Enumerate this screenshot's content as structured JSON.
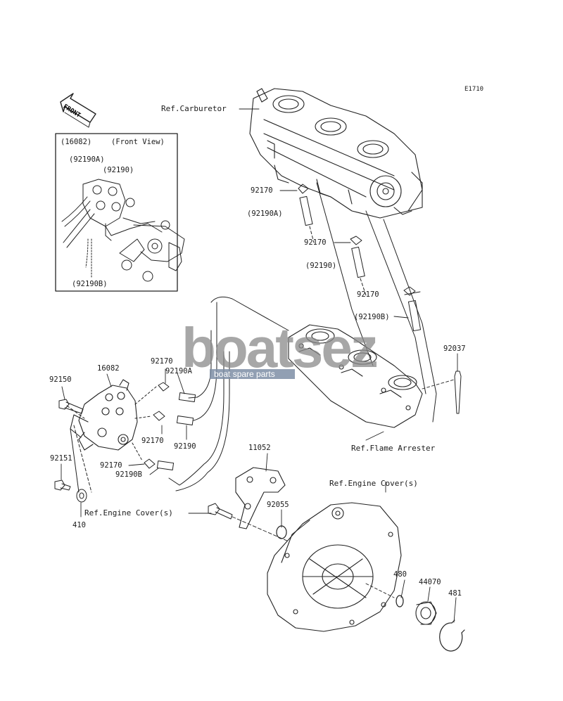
{
  "diagram_code": "E1710",
  "front_arrow": "FRONT",
  "inset": {
    "title_part": "(16082)",
    "title_view": "(Front View)"
  },
  "labels": {
    "ref_carburetor": "Ref.Carburetor",
    "ref_flame_arrester": "Ref.Flame Arrester",
    "ref_engine_cover_right": "Ref.Engine Cover(s)",
    "ref_engine_cover_left": "Ref.Engine Cover(s)",
    "p92170_a": "92170",
    "p92190A_a": "(92190A)",
    "p92170_b": "92170",
    "p92190_a": "(92190)",
    "p92170_c": "92170",
    "p92190B_a": "(92190B)",
    "p92037": "92037",
    "p92170_d": "92170",
    "p92190A_b": "92190A",
    "p16082": "16082",
    "p92150": "92150",
    "p92170_e": "92170",
    "p92190_b": "92190",
    "p92170_f": "92170",
    "p92190B_b": "92190B",
    "p92151": "92151",
    "p410": "410",
    "p11052": "11052",
    "p92055": "92055",
    "p480": "480",
    "p44070": "44070",
    "p481": "481",
    "inset_92190A": "(92190A)",
    "inset_92190": "(92190)",
    "inset_92190B": "(92190B)"
  },
  "watermark": {
    "brand": "boatsez",
    "tagline": "boat spare parts"
  }
}
